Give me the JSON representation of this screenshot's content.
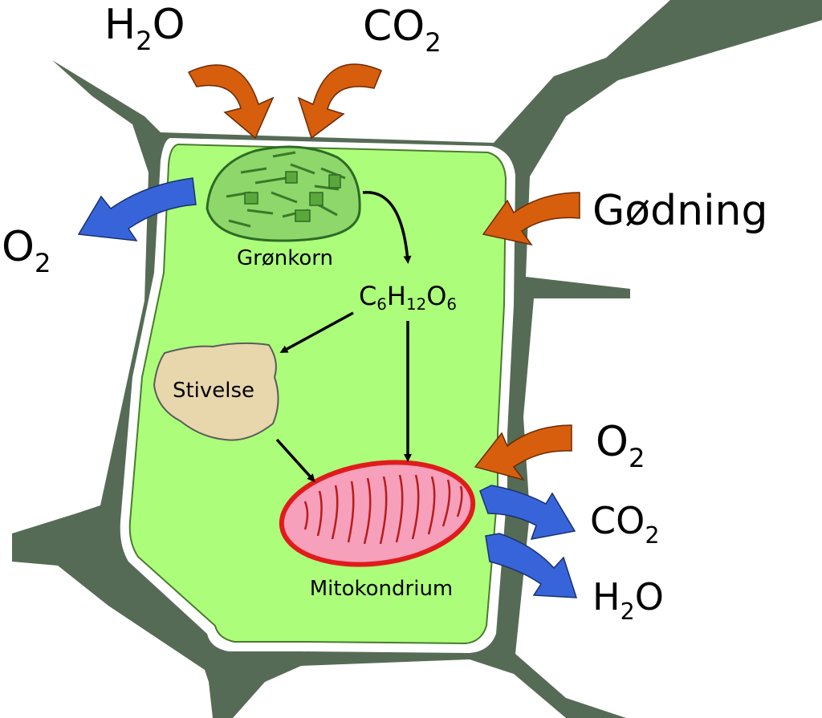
{
  "inputs": {
    "water": {
      "base": "H",
      "sub": "2",
      "tail": "O"
    },
    "co2": {
      "base": "CO",
      "sub": "2"
    },
    "fertilizer": "Gødning",
    "oxygen": {
      "base": "O",
      "sub": "2"
    }
  },
  "outputs": {
    "oxygen": {
      "base": "O",
      "sub": "2"
    },
    "co2": {
      "base": "CO",
      "sub": "2"
    },
    "water": {
      "base": "H",
      "sub": "2",
      "tail": "O"
    }
  },
  "organelles": {
    "chloroplast": "Grønkorn",
    "starch": "Stivelse",
    "mitochondrion": "Mitokondrium"
  },
  "glucose": {
    "c": "C",
    "c_n": "6",
    "h": "H",
    "h_n": "12",
    "o": "O",
    "o_n": "6"
  },
  "colors": {
    "cell_wall": "#566b55",
    "cytoplasm": "#acfe7a",
    "chloroplast": "#8ed76a",
    "starch": "#e8d6ac",
    "mitochondrion_fill": "#f7a0bb",
    "mitochondrion_edge": "#e11b1b",
    "input_arrow": "#d75e0d",
    "output_arrow": "#3765d9"
  }
}
